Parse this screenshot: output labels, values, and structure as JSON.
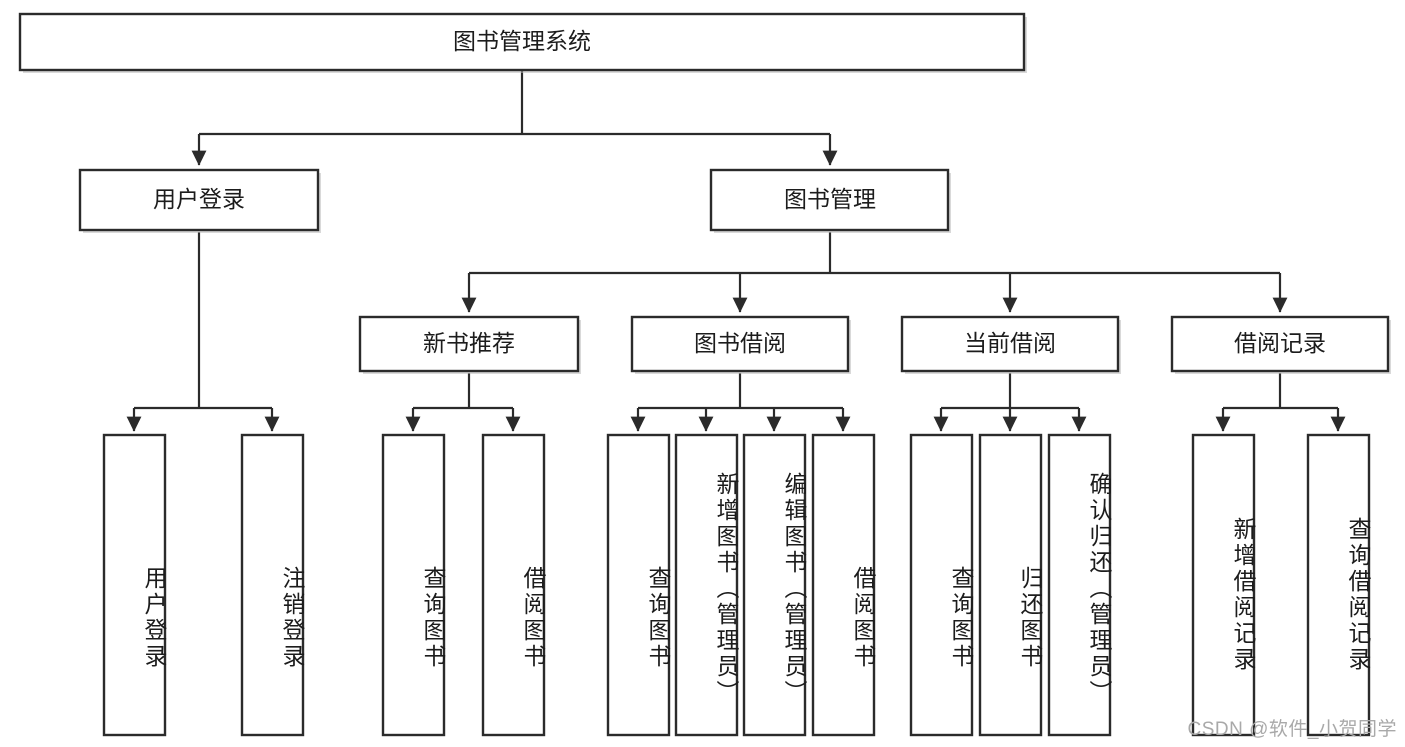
{
  "diagram": {
    "type": "tree",
    "title": "图书管理系统",
    "root": {
      "id": "root",
      "label": "图书管理系统"
    },
    "level2": [
      {
        "id": "user-login",
        "label": "用户登录"
      },
      {
        "id": "book-manage",
        "label": "图书管理"
      }
    ],
    "level3": [
      {
        "id": "new-book-recommend",
        "label": "新书推荐",
        "parent": "book-manage"
      },
      {
        "id": "book-borrow",
        "label": "图书借阅",
        "parent": "book-manage"
      },
      {
        "id": "current-borrow",
        "label": "当前借阅",
        "parent": "book-manage"
      },
      {
        "id": "borrow-record",
        "label": "借阅记录",
        "parent": "book-manage"
      }
    ],
    "leaves": {
      "user_login": [
        {
          "id": "leaf-user-login",
          "label": "用户登录"
        },
        {
          "id": "leaf-user-logout",
          "label": "注销登录"
        }
      ],
      "new_book_recommend": [
        {
          "id": "leaf-query-book-1",
          "label": "查询图书"
        },
        {
          "id": "leaf-borrow-book-1",
          "label": "借阅图书"
        }
      ],
      "book_borrow": [
        {
          "id": "leaf-query-book-2",
          "label": "查询图书"
        },
        {
          "id": "leaf-add-book",
          "label": "新增图书（管理员）"
        },
        {
          "id": "leaf-edit-book",
          "label": "编辑图书（管理员）"
        },
        {
          "id": "leaf-borrow-book-2",
          "label": "借阅图书"
        }
      ],
      "current_borrow": [
        {
          "id": "leaf-query-book-3",
          "label": "查询图书"
        },
        {
          "id": "leaf-return-book",
          "label": "归还图书"
        },
        {
          "id": "leaf-confirm-return",
          "label": "确认归还（管理员）"
        }
      ],
      "borrow_record": [
        {
          "id": "leaf-add-record",
          "label": "新增借阅记录"
        },
        {
          "id": "leaf-query-record",
          "label": "查询借阅记录"
        }
      ]
    },
    "colors": {
      "stroke": "#2b2b2b",
      "fill": "#ffffff",
      "text": "#1c1c1c",
      "background": "#ffffff",
      "watermark": "#a9a9a9"
    }
  },
  "watermark": {
    "text": "CSDN @软件_小贺同学"
  }
}
